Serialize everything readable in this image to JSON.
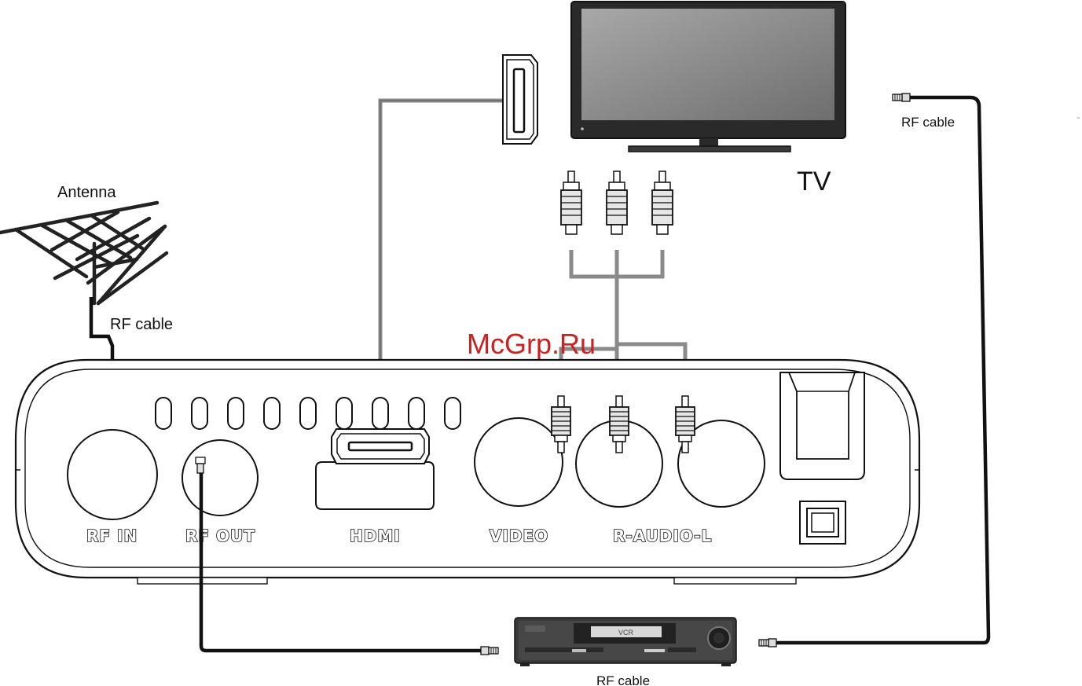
{
  "labels": {
    "antenna": "Antenna",
    "rf_cable_antenna": "RF cable",
    "rf_cable_right": "RF cable",
    "rf_cable_bottom": "RF cable",
    "tv": "TV",
    "watermark": "McGrp.Ru",
    "vcr_badge": "VCR"
  },
  "ports": {
    "rf_in": "RF IN",
    "rf_out": "RF OUT",
    "hdmi": "HDMI",
    "video": "VIDEO",
    "audio": "R-AUDIO-L"
  },
  "colors": {
    "line": "#111111",
    "cable_gray": "#8a8a8a",
    "watermark": "#cc2222",
    "screen": "#8c8c8c",
    "vcr_body": "#3a3a3a"
  },
  "icons": [
    "antenna-icon",
    "tv-icon",
    "hdmi-connector-icon",
    "rca-plug-icon",
    "vcr-icon"
  ]
}
